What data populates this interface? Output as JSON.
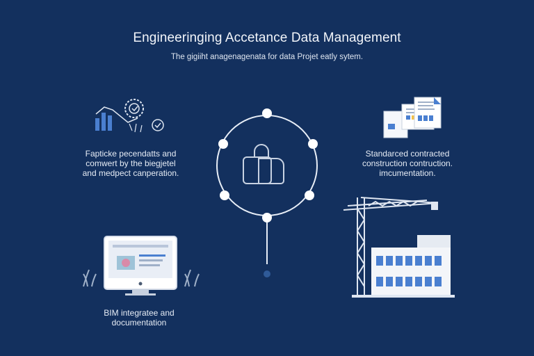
{
  "header": {
    "title": "Engineeringing Accetance Data Management",
    "subtitle": "The gigiiht anagenagenata for data Projet eatly sytem."
  },
  "captions": {
    "left": "Fapticke pecendatts and\ncomwert by the biegjetel\nand medpect canperation.",
    "right": "Standarced contracted\nconstruction contruction.\nimcumentation.",
    "bottom": "BIM integratee and\ndocumentation"
  },
  "colors": {
    "background": "#13305e",
    "ring": "#ffffff",
    "icon_blue": "#4a7fd0",
    "icon_light": "#dfe6f1",
    "accent_yellow": "#f1c04a"
  },
  "icons": {
    "center": "folder-lock-icon",
    "left": "analytics-gear-icon",
    "right": "documents-icon",
    "bottom_left": "monitor-icon",
    "bottom_right": "crane-building-icon"
  }
}
